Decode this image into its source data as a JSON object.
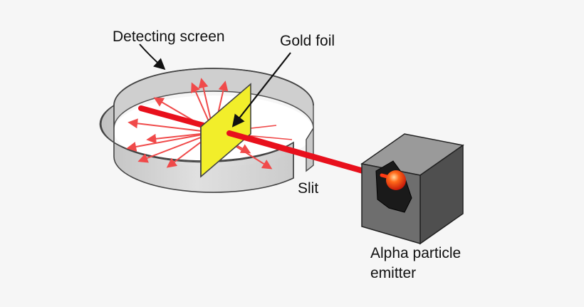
{
  "labels": {
    "detecting_screen": "Detecting screen",
    "gold_foil": "Gold foil",
    "slit": "Slit",
    "emitter_line1": "Alpha particle",
    "emitter_line2": "emitter"
  },
  "colors": {
    "background": "#f6f6f6",
    "beam": "#e8101c",
    "scatter": "#f04a4a",
    "foil": "#f2ee2a",
    "screen_fill": "#d5d5d5",
    "emitter_body": "#6e6e6e",
    "emitter_glow": "#ff3a14"
  },
  "icons": [
    "arrow-pointer",
    "alpha-source"
  ]
}
